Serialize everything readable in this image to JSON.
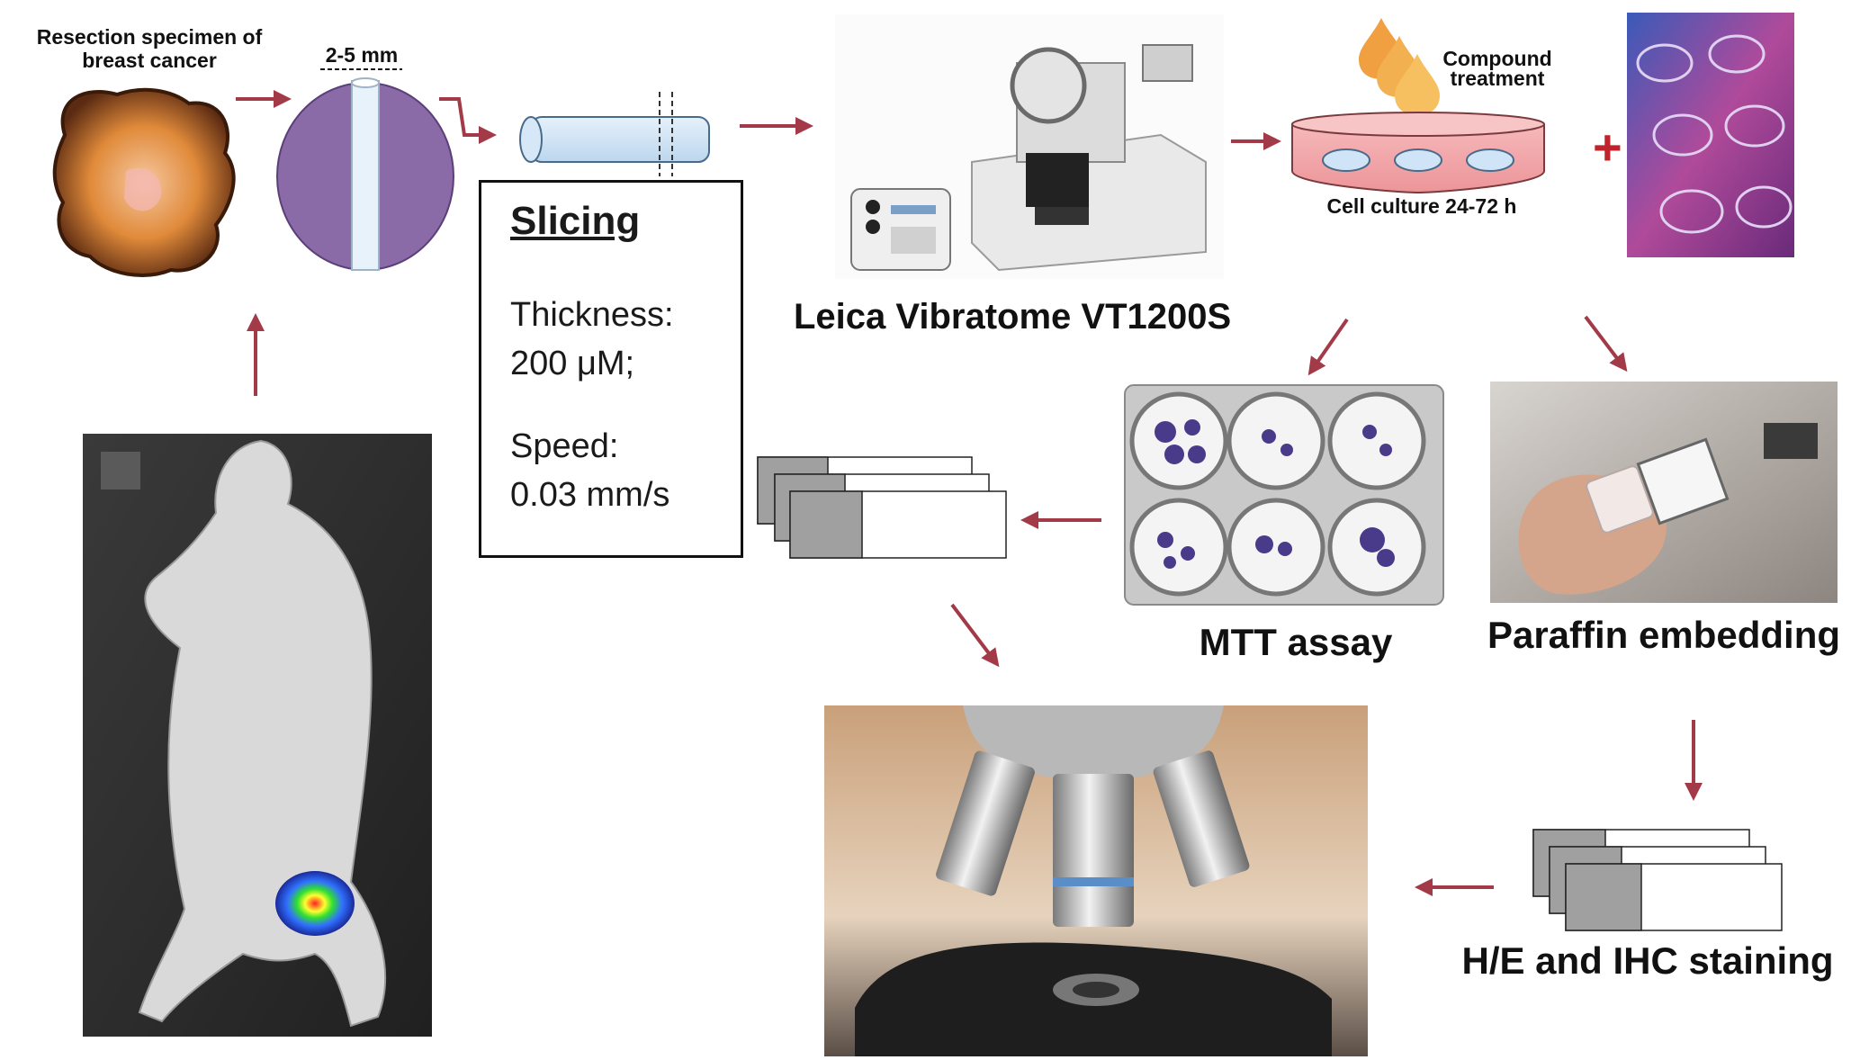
{
  "labels": {
    "resection": [
      "Resection specimen of",
      "breast cancer"
    ],
    "core_size": "2-5 mm",
    "compound": [
      "Compound",
      "treatment"
    ],
    "culture": "Cell culture 24-72 h",
    "vibratome": "Leica Vibratome VT1200S",
    "mtt": "MTT assay",
    "paraffin": "Paraffin embedding",
    "staining": "H/E and IHC staining",
    "plus": "+"
  },
  "slicing": {
    "title": "Slicing",
    "thickness_label": "Thickness:",
    "thickness_value": "200 μM;",
    "speed_label": "Speed:",
    "speed_value": "0.03 mm/s"
  },
  "colors": {
    "arrow": "#a23b47",
    "core_disc": "#8b6aa8",
    "core_stripe": "#e8f2fa",
    "dish": "#f2a6a9",
    "droplet": "#f0a040",
    "slide_gray": "#a0a0a0"
  }
}
